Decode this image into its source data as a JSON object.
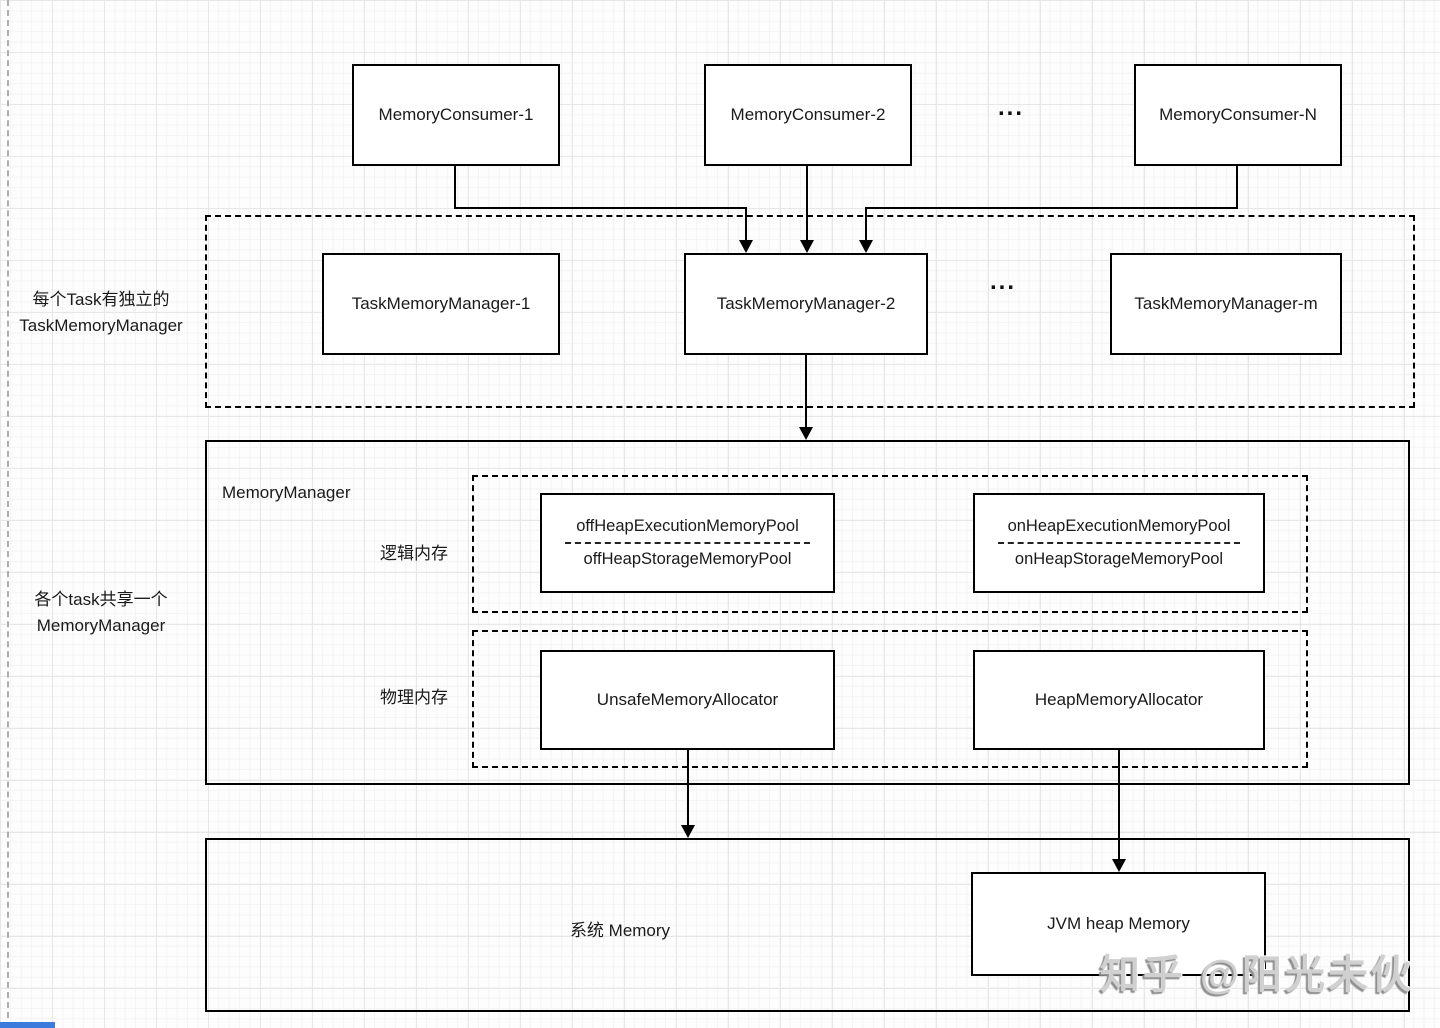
{
  "consumers": {
    "boxes": [
      "MemoryConsumer-1",
      "MemoryConsumer-2",
      "MemoryConsumer-N"
    ],
    "ellipsis": "..."
  },
  "task_layer": {
    "side_label": [
      "每个Task有独立的",
      "TaskMemoryManager"
    ],
    "boxes": [
      "TaskMemoryManager-1",
      "TaskMemoryManager-2",
      "TaskMemoryManager-m"
    ],
    "ellipsis": "..."
  },
  "memory_manager": {
    "title": "MemoryManager",
    "side_label": [
      "各个task共享一个",
      "MemoryManager"
    ],
    "logical": {
      "label": "逻辑内存",
      "offheap_top": "offHeapExecutionMemoryPool",
      "offheap_bottom": "offHeapStorageMemoryPool",
      "onheap_top": "onHeapExecutionMemoryPool",
      "onheap_bottom": "onHeapStorageMemoryPool"
    },
    "physical": {
      "label": "物理内存",
      "unsafe_allocator": "UnsafeMemoryAllocator",
      "heap_allocator": "HeapMemoryAllocator"
    }
  },
  "bottom": {
    "system_memory": "系统 Memory",
    "jvm_heap": "JVM heap Memory"
  },
  "watermark": "知乎 @阳光未伙",
  "colors": {
    "line": "#000000",
    "accent": "#3b7bdd",
    "watermark_gray": "#d0d0d0"
  }
}
